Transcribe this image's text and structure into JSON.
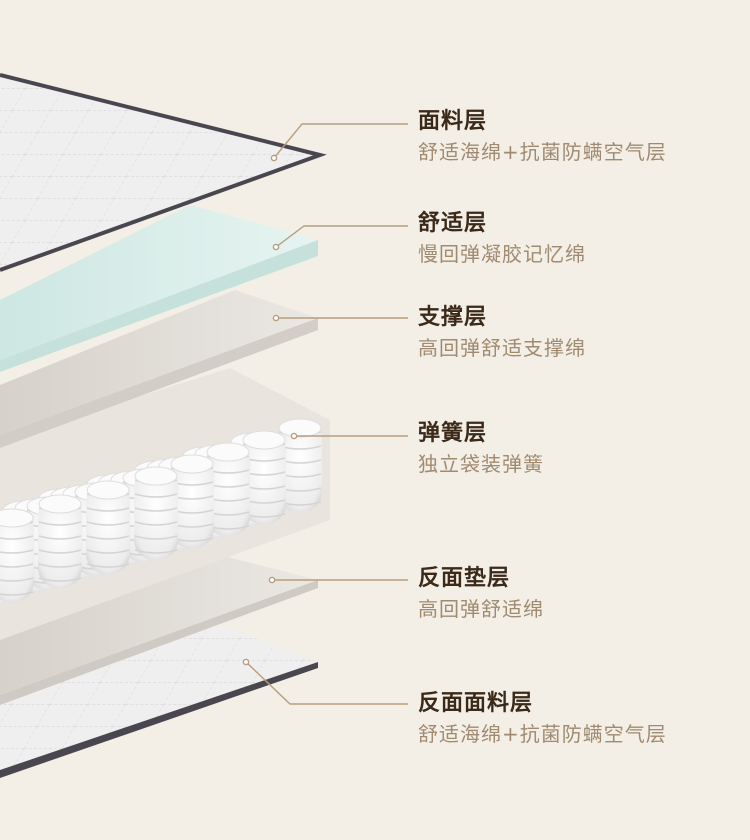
{
  "layers": [
    {
      "title": "面料层",
      "desc": "舒适海绵+抗菌防螨空气层"
    },
    {
      "title": "舒适层",
      "desc": "慢回弹凝胶记忆绵"
    },
    {
      "title": "支撑层",
      "desc": "高回弹舒适支撑绵"
    },
    {
      "title": "弹簧层",
      "desc": "独立袋装弹簧"
    },
    {
      "title": "反面垫层",
      "desc": "高回弹舒适绵"
    },
    {
      "title": "反面面料层",
      "desc": "舒适海绵+抗菌防螨空气层"
    }
  ],
  "colors": {
    "background": "#f3efe6",
    "fabric": "#eeeeee",
    "fabric_edge": "#4a4650",
    "gel": "#dcefeb",
    "foam": "#e4e0da",
    "spring": "#f7f7f7",
    "leader_line": "#b89e7e"
  }
}
